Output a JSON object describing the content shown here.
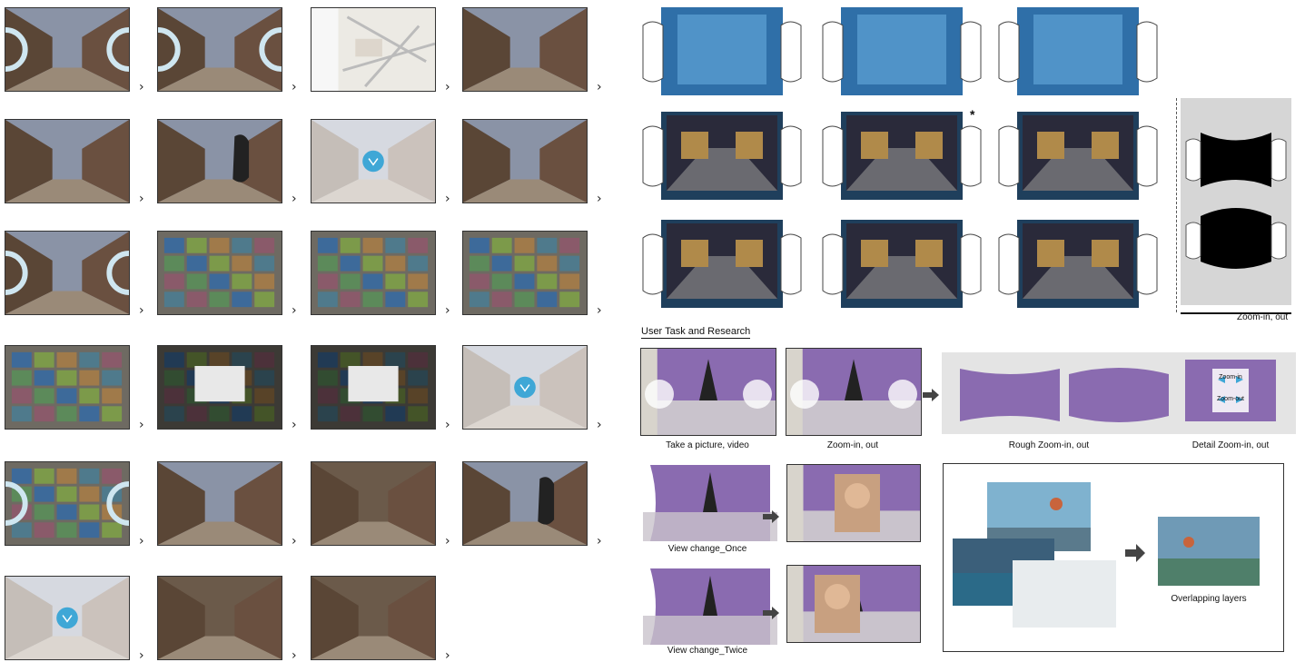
{
  "left_grid": {
    "rows": 6,
    "arrow_glyph": "›",
    "frames": [
      {
        "id": "r1c1",
        "kind": "street-ring"
      },
      {
        "id": "r1c2",
        "kind": "street-ring"
      },
      {
        "id": "r1c3",
        "kind": "map"
      },
      {
        "id": "r1c4",
        "kind": "street"
      },
      {
        "id": "r2c1",
        "kind": "street"
      },
      {
        "id": "r2c2",
        "kind": "street-hand"
      },
      {
        "id": "r2c3",
        "kind": "faded-logo"
      },
      {
        "id": "r2c4",
        "kind": "street"
      },
      {
        "id": "r3c1",
        "kind": "street-ring"
      },
      {
        "id": "r3c2",
        "kind": "thumbs"
      },
      {
        "id": "r3c3",
        "kind": "thumbs"
      },
      {
        "id": "r3c4",
        "kind": "thumbs"
      },
      {
        "id": "r4c1",
        "kind": "thumbs"
      },
      {
        "id": "r4c2",
        "kind": "dark-dialog"
      },
      {
        "id": "r4c3",
        "kind": "dark-dialog"
      },
      {
        "id": "r4c4",
        "kind": "faded-logo"
      },
      {
        "id": "r5c1",
        "kind": "thumbs-ring"
      },
      {
        "id": "r5c2",
        "kind": "street"
      },
      {
        "id": "r5c3",
        "kind": "street-warm"
      },
      {
        "id": "r5c4",
        "kind": "street-hand"
      },
      {
        "id": "r6c1",
        "kind": "faded-logo"
      },
      {
        "id": "r6c2",
        "kind": "street-warm"
      },
      {
        "id": "r6c3",
        "kind": "street-warm"
      }
    ]
  },
  "device_grid": {
    "star": "*",
    "side_label": "Zoom-in, out"
  },
  "research": {
    "section_title": "User Task and Research",
    "captions": {
      "take_picture": "Take a picture, video",
      "zoom": "Zoom-in, out",
      "rough_zoom": "Rough Zoom-in, out",
      "detail_zoom": "Detail Zoom-in, out",
      "view_once": "View change_Once",
      "view_twice": "View change_Twice",
      "overlap": "Overlapping layers"
    },
    "detail_labels": {
      "zoom_in": "Zoom-in",
      "zoom_out": "Zoom-out"
    }
  },
  "colors": {
    "frame_border": "#333333",
    "device_blue": "#2f6fa8",
    "sky_purple": "#8a6bb0"
  }
}
